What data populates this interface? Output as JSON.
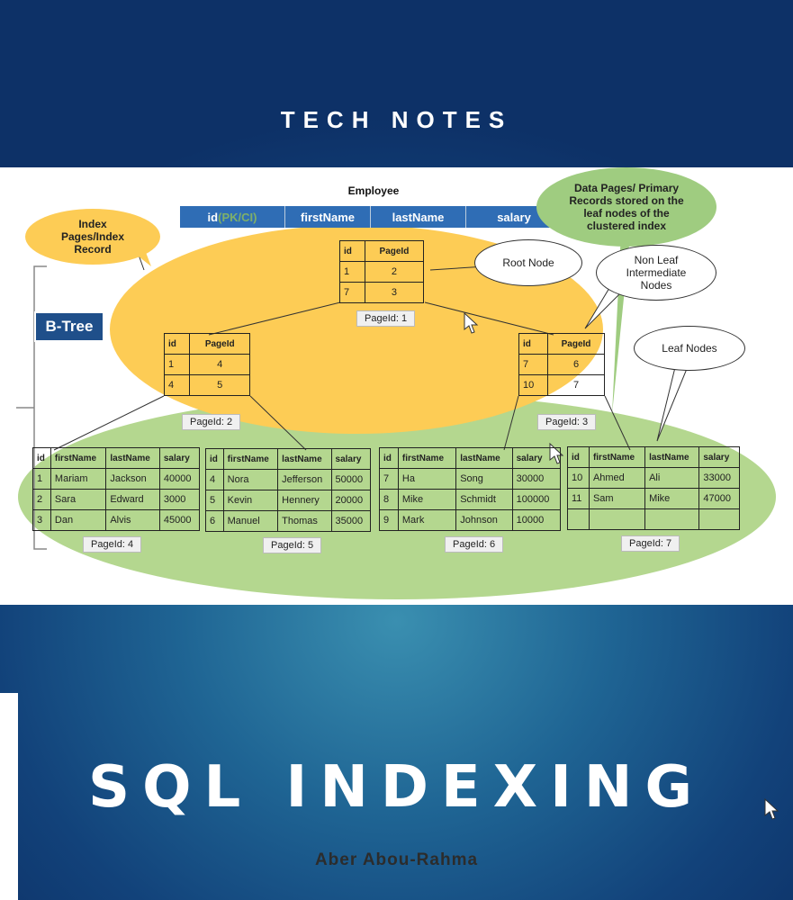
{
  "cover": {
    "series_title": "TECH   NOTES",
    "main_title": "SQL   INDEXING",
    "author": "Aber Abou-Rahma"
  },
  "diagram": {
    "table_name": "Employee",
    "columns": [
      "id (PK/CI)",
      "firstName",
      "lastName",
      "salary"
    ],
    "btree_label": "B-Tree",
    "callouts": {
      "index_pages": "Index Pages/Index Record",
      "root_node": "Root Node",
      "data_pages": "Data Pages/ Primary Records stored on the leaf nodes of the clustered index",
      "non_leaf": "Non Leaf Intermediate Nodes",
      "leaf_nodes": "Leaf Nodes"
    },
    "root_page": {
      "label": "PageId: 1",
      "headers": [
        "id",
        "PageId"
      ],
      "rows": [
        [
          "1",
          "2"
        ],
        [
          "7",
          "3"
        ]
      ]
    },
    "intermediate_pages": [
      {
        "label": "PageId: 2",
        "headers": [
          "id",
          "PageId"
        ],
        "rows": [
          [
            "1",
            "4"
          ],
          [
            "4",
            "5"
          ]
        ]
      },
      {
        "label": "PageId: 3",
        "headers": [
          "id",
          "PageId"
        ],
        "rows": [
          [
            "7",
            "6"
          ],
          [
            "10",
            "7"
          ]
        ]
      }
    ],
    "leaf_pages": [
      {
        "label": "PageId: 4",
        "headers": [
          "id",
          "firstName",
          "lastName",
          "salary"
        ],
        "rows": [
          [
            "1",
            "Mariam",
            "Jackson",
            "40000"
          ],
          [
            "2",
            "Sara",
            "Edward",
            "3000"
          ],
          [
            "3",
            "Dan",
            "Alvis",
            "45000"
          ]
        ]
      },
      {
        "label": "PageId: 5",
        "headers": [
          "id",
          "firstName",
          "lastName",
          "salary"
        ],
        "rows": [
          [
            "4",
            "Nora",
            "Jefferson",
            "50000"
          ],
          [
            "5",
            "Kevin",
            "Hennery",
            "20000"
          ],
          [
            "6",
            "Manuel",
            "Thomas",
            "35000"
          ]
        ]
      },
      {
        "label": "PageId: 6",
        "headers": [
          "id",
          "firstName",
          "lastName",
          "salary"
        ],
        "rows": [
          [
            "7",
            "Ha",
            "Song",
            "30000"
          ],
          [
            "8",
            "Mike",
            "Schmidt",
            "100000"
          ],
          [
            "9",
            "Mark",
            "Johnson",
            "10000"
          ]
        ]
      },
      {
        "label": "PageId: 7",
        "headers": [
          "id",
          "firstName",
          "lastName",
          "salary"
        ],
        "rows": [
          [
            "10",
            "Ahmed",
            "Ali",
            "33000"
          ],
          [
            "11",
            "Sam",
            "Mike",
            "47000"
          ],
          [
            "",
            "",
            "",
            ""
          ]
        ]
      }
    ]
  },
  "colors": {
    "background_dark": "#0d3167",
    "background_light": "#3a8fb0",
    "index_yellow": "#fdcc55",
    "leaf_green": "#b4d78f",
    "header_blue": "#2f6db5"
  }
}
